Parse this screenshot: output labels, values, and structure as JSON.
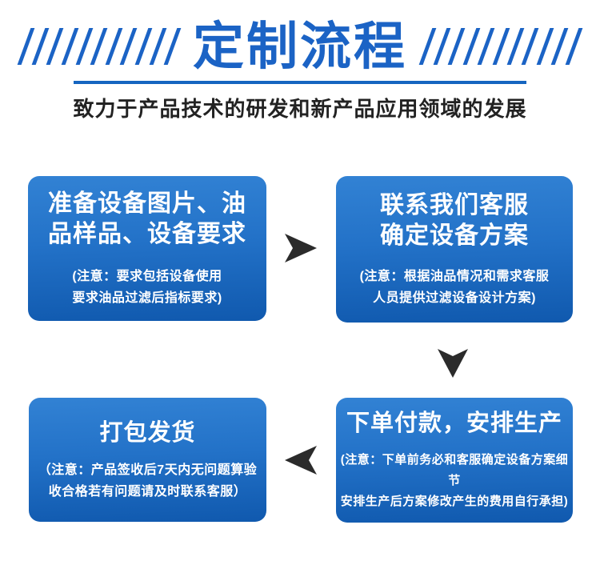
{
  "header": {
    "title": "定制流程",
    "subtitle": "致力于产品技术的研发和新产品应用领域的发展",
    "slash_count": 11
  },
  "colors": {
    "accent_blue": "#1b63c5",
    "divider_blue": "#1565c0",
    "box_gradient_top": "#3282d4",
    "box_gradient_bottom": "#1059ae",
    "arrow_dark": "#2b2b2b",
    "text_white": "#ffffff",
    "subtitle_black": "#222222"
  },
  "steps": [
    {
      "id": "prepare",
      "title_lines": [
        "准备设备图片、油",
        "品样品、设备要求"
      ],
      "note_lines": [
        "(注意：要求包括设备使用",
        "要求油品过滤后指标要求)"
      ]
    },
    {
      "id": "contact",
      "title_lines": [
        "联系我们客服",
        "确定设备方案"
      ],
      "note_lines": [
        "(注意：根据油品情况和需求客服",
        "人员提供过滤设备设计方案)"
      ]
    },
    {
      "id": "order",
      "title_lines": [
        "下单付款，安排生产"
      ],
      "note_lines": [
        "(注意：下单前务必和客服确定设备方案细节",
        "安排生产后方案修改产生的费用自行承担)"
      ]
    },
    {
      "id": "ship",
      "title_lines": [
        "打包发货"
      ],
      "note_lines": [
        "（注意：产品签收后7天内无问题算验",
        "收合格若有问题请及时联系客服）"
      ]
    }
  ],
  "arrows": [
    {
      "direction": "right"
    },
    {
      "direction": "down"
    },
    {
      "direction": "left"
    }
  ]
}
